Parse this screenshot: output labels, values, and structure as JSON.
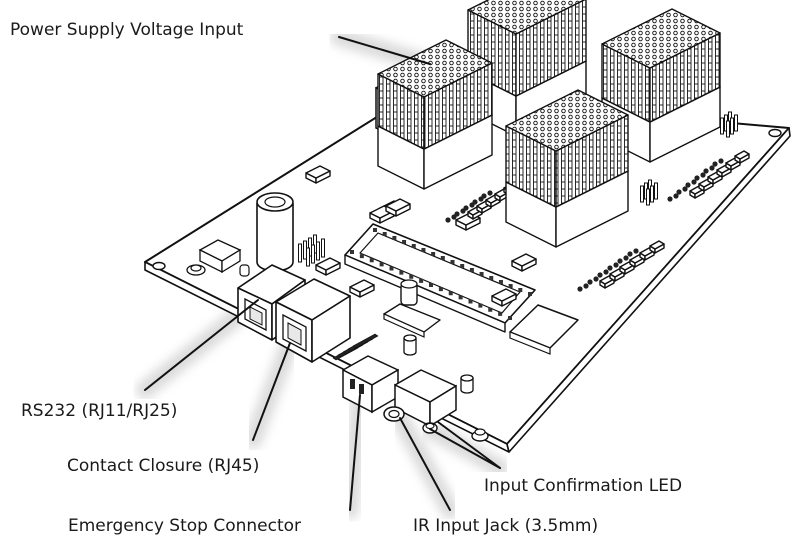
{
  "labels": {
    "power_supply": "Power Supply Voltage Input",
    "rs232": "RS232 (RJ11/RJ25)",
    "contact_closure": "Contact Closure (RJ45)",
    "emergency_stop": "Emergency Stop Connector",
    "ir_input": "IR Input Jack (3.5mm)",
    "input_led": "Input Confirmation LED"
  },
  "colors": {
    "line": "#111111",
    "fill": "#ffffff",
    "shade": "#d9d9d9",
    "glow": "#cccccc"
  }
}
